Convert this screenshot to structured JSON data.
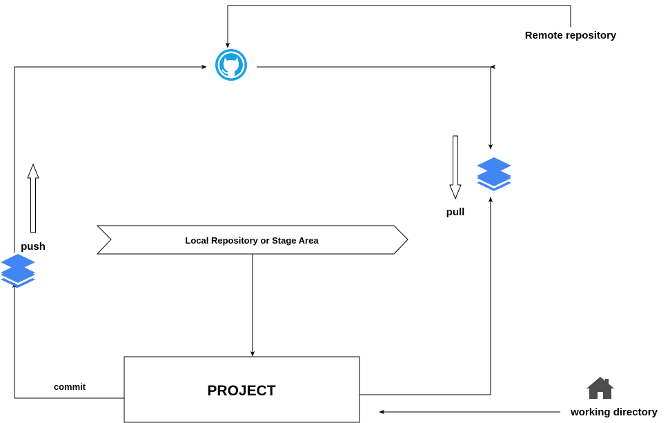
{
  "labels": {
    "remote_repository": "Remote repository",
    "push": "push",
    "pull": "pull",
    "local_repository": "Local Repository or Stage Area",
    "project": "PROJECT",
    "commit": "commit",
    "working_directory": "working directory"
  },
  "icons": {
    "remote": "github-icon",
    "local_left": "layers-icon",
    "local_right": "layers-icon",
    "working_directory": "home-icon",
    "push_direction": "up-arrow-icon",
    "pull_direction": "down-arrow-icon"
  },
  "colors": {
    "github": "#1ba1e2",
    "layers": "#4285f4",
    "house": "#4d4d4d",
    "lines": "#000000"
  }
}
